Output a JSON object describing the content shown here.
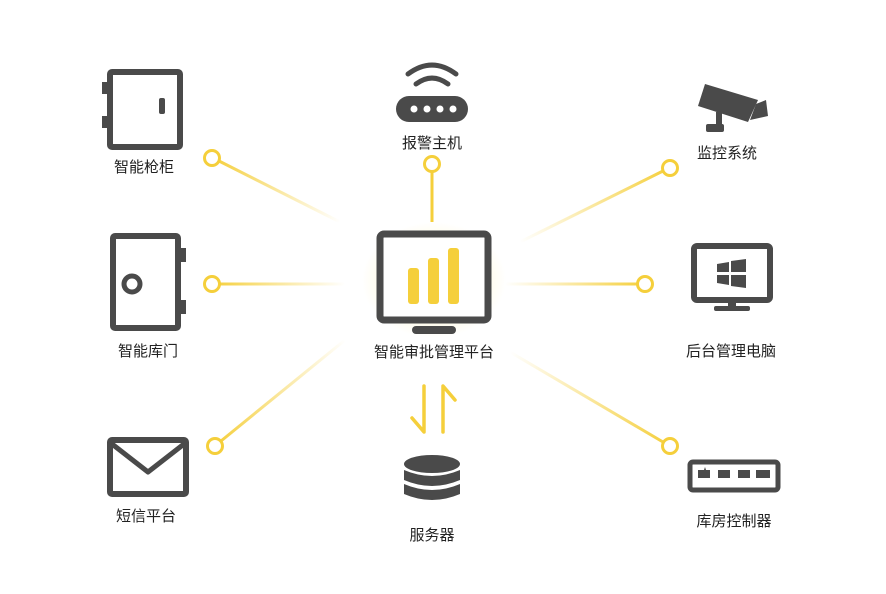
{
  "center": {
    "label": "智能审批管理平台",
    "icon": "monitor-bar-chart-icon"
  },
  "nodes": [
    {
      "id": "smart-gun-cabinet",
      "label": "智能枪柜",
      "icon": "safe-cabinet-icon"
    },
    {
      "id": "alarm-host",
      "label": "报警主机",
      "icon": "router-icon"
    },
    {
      "id": "monitoring-system",
      "label": "监控系统",
      "icon": "cctv-camera-icon"
    },
    {
      "id": "smart-vault-door",
      "label": "智能库门",
      "icon": "vault-door-icon"
    },
    {
      "id": "backend-computer",
      "label": "后台管理电脑",
      "icon": "windows-monitor-icon"
    },
    {
      "id": "sms-platform",
      "label": "短信平台",
      "icon": "envelope-icon"
    },
    {
      "id": "server",
      "label": "服务器",
      "icon": "database-icon"
    },
    {
      "id": "room-controller",
      "label": "库房控制器",
      "icon": "network-switch-icon"
    }
  ],
  "colors": {
    "accent": "#f5cf3b",
    "icon": "#4a4a4a",
    "text": "#222222"
  }
}
